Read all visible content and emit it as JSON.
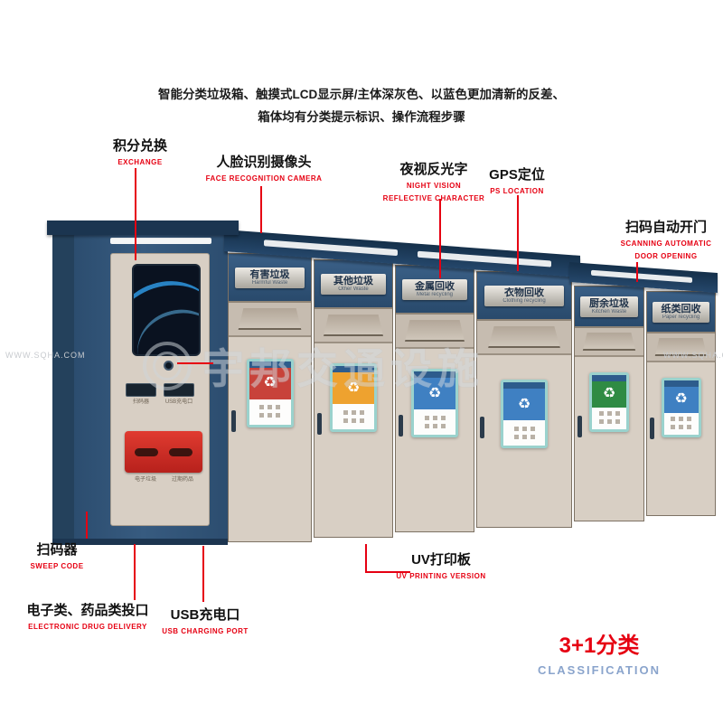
{
  "description": {
    "line1": "智能分类垃圾箱、触摸式LCD显示屏/主体深灰色、以蓝色更加清新的反差、",
    "line2": "箱体均有分类提示标识、操作流程步骤"
  },
  "callouts": {
    "exchange": {
      "zh": "积分兑换",
      "en": "EXCHANGE"
    },
    "face_camera": {
      "zh": "人脸识别摄像头",
      "en": "FACE RECOGNITION CAMERA"
    },
    "night_vision": {
      "zh": "夜视反光字",
      "en_line1": "NIGHT VISION",
      "en_line2": "REFLECTIVE CHARACTER"
    },
    "gps": {
      "zh": "GPS定位",
      "en": "PS LOCATION"
    },
    "scan_door": {
      "zh": "扫码自动开门",
      "en_line1": "SCANNING AUTOMATIC",
      "en_line2": "DOOR OPENING"
    },
    "sweep_code": {
      "zh": "扫码器",
      "en": "SWEEP CODE"
    },
    "electronic_drug": {
      "zh": "电子类、药品类投口",
      "en": "ELECTRONIC DRUG DELIVERY"
    },
    "usb": {
      "zh": "USB充电口",
      "en": "USB CHARGING PORT"
    },
    "uv": {
      "zh": "UV打印板",
      "en": "UV PRINTING VERSION"
    },
    "classification": {
      "zh": "3+1分类",
      "en": "CLASSIFICATION"
    }
  },
  "machine": {
    "left_unit": {
      "panel_labels": {
        "scanner": "扫码器",
        "usb": "USB充电口"
      },
      "slot_labels": {
        "left": "电子垃圾",
        "right": "过期药品"
      }
    },
    "bins": [
      {
        "name_zh": "有害垃圾",
        "name_en": "Harmful Waste",
        "sticker_color": "#c8423a",
        "icon_glyph": "♻"
      },
      {
        "name_zh": "其他垃圾",
        "name_en": "Other Waste",
        "sticker_color": "#eea22f",
        "icon_glyph": "♻"
      },
      {
        "name_zh": "金属回收",
        "name_en": "Metal recycling",
        "sticker_color": "#3f80c2",
        "icon_glyph": "♻"
      },
      {
        "name_zh": "衣物回收",
        "name_en": "Clothing recycling",
        "sticker_color": "#3f80c2",
        "icon_glyph": "♻"
      },
      {
        "name_zh": "厨余垃圾",
        "name_en": "Kitchen Waste",
        "sticker_color": "#2f8b43",
        "icon_glyph": "♻"
      },
      {
        "name_zh": "纸类回收",
        "name_en": "Paper recycling",
        "sticker_color": "#3f80c2",
        "icon_glyph": "♻"
      }
    ]
  },
  "watermarks": {
    "side_left": "WWW.SQHA.COM",
    "side_right": "WWW.SQHA.COM",
    "center": "宇邦交通设施"
  },
  "colors": {
    "callout_red": "#e60012",
    "cabinet_blue": "#2f5172",
    "cabinet_dark": "#1e3a54",
    "door_beige": "#d8cfc4",
    "red_slot_panel": "#ce2b25",
    "classification_en": "#8aa4cc"
  }
}
